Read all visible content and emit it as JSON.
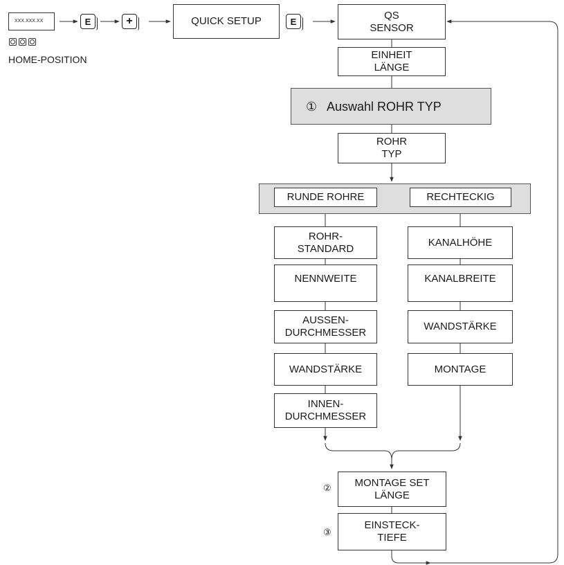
{
  "home": {
    "display_text": "XXX.XXX.XX",
    "label": "HOME-POSITION"
  },
  "keys": {
    "enter": "E",
    "plus": "+"
  },
  "nodes": {
    "quick_setup": "QUICK SETUP",
    "qs_sensor": "QS\nSENSOR",
    "einheit_laenge": "EINHEIT\nLÄNGE",
    "rohr_typ": "ROHR\nTYP",
    "runde_rohre": "RUNDE ROHRE",
    "rechteckig": "RECHTECKIG",
    "rohr_standard": "ROHR-\nSTANDARD",
    "nennweite": "NENNWEITE",
    "aussen_durchmesser": "AUSSEN-\nDURCHMESSER",
    "wandstaerke_left": "WANDSTÄRKE",
    "innen_durchmesser": "INNEN-\nDURCHMESSER",
    "kanalhoehe": "KANALHÖHE",
    "kanalbreite": "KANALBREITE",
    "wandstaerke_right": "WANDSTÄRKE",
    "montage": "MONTAGE",
    "montage_set_laenge": "MONTAGE SET\nLÄNGE",
    "einstecktiefe": "EINSTECK-\nTIEFE"
  },
  "selection": {
    "number": "①",
    "label": "Auswahl ROHR TYP"
  },
  "markers": {
    "two": "②",
    "three": "③"
  },
  "colors": {
    "band_fill": "#dedede",
    "line": "#333333"
  }
}
